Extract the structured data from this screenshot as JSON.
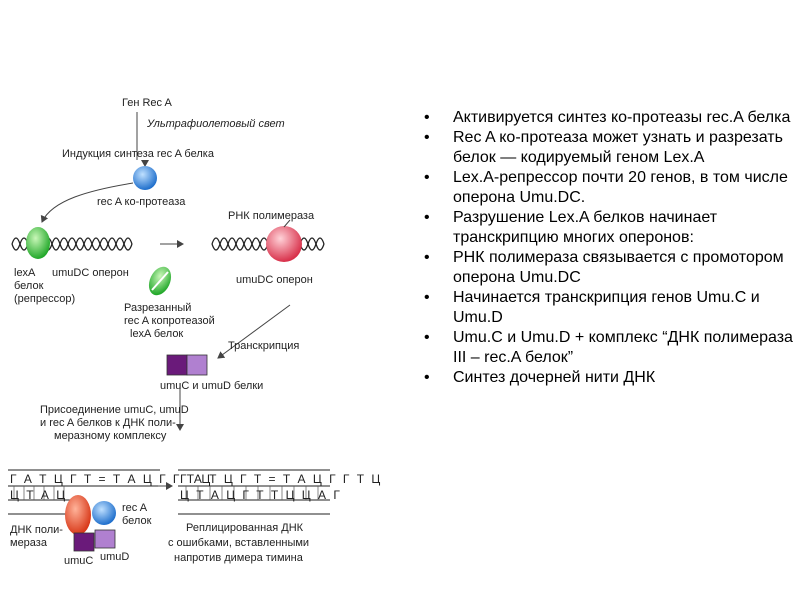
{
  "diagram": {
    "gene": "Ген Rec A",
    "uv": "Ультрафиолетовый свет",
    "induction": "Индукция синтеза rec A белка",
    "protease": "rec A ко-протеаза",
    "rna_pol": "РНК полимераза",
    "lexa_protein": [
      "lexA",
      "белок",
      "(репрессор)"
    ],
    "operon_left": "umuDC оперон",
    "operon_right": "umuDC оперон",
    "cut_protein": [
      "Разрезанный",
      "rec A копротеазой",
      "lexA белок"
    ],
    "transcription": "Транскрипция",
    "umu_proteins": "umuC и umuD белки",
    "attachment": [
      "Присоединение umuC, umuD",
      "и rec A белков к ДНК поли-",
      "меразному комплексу"
    ],
    "seq_top": "Г А Т Ц Г Т = Т А Ц Г Г Т Ц",
    "seq_bottom": "Ц Т А Ц",
    "seq_bottom_right": "Ц Т А Ц Г Т Т Ц Ц А Г",
    "dna_pol": [
      "ДНК поли-",
      "мераза"
    ],
    "reca": [
      "rec A",
      "белок"
    ],
    "umuc": "umuC",
    "umud": "umuD",
    "replicated": [
      "Реплицированная ДНК",
      "с ошибками, вставленными",
      "напротив димера тимина"
    ]
  },
  "bullets": [
    "Активируется синтез ко-протеазы rec.A белка",
    "Rec A ко-протеаза может узнать и разрезать белок — кодируемый геном Lex.A",
    "Lex.A-репрессор почти 20 генов, в том числе оперона Umu.DC.",
    " Разрушение Lex.A белков начинает транскрипцию многих оперонов:",
    "РНК полимераза связывается с промотором оперона Umu.DC",
    "Начинается транскрипция генов Umu.C и Umu.D",
    "Umu.C и Umu.D + комплекс “ДНК полимераза III – rec.A белок”",
    "Синтез дочерней нити ДНК"
  ],
  "colors": {
    "protease": "#2a7fd8",
    "lexa": "#3cc43c",
    "rna_pol": "#e05a6a",
    "umuc": "#6a1a7a",
    "umud": "#b080d0",
    "dna_pol": "#e05030",
    "mismatch": "#d03030"
  }
}
